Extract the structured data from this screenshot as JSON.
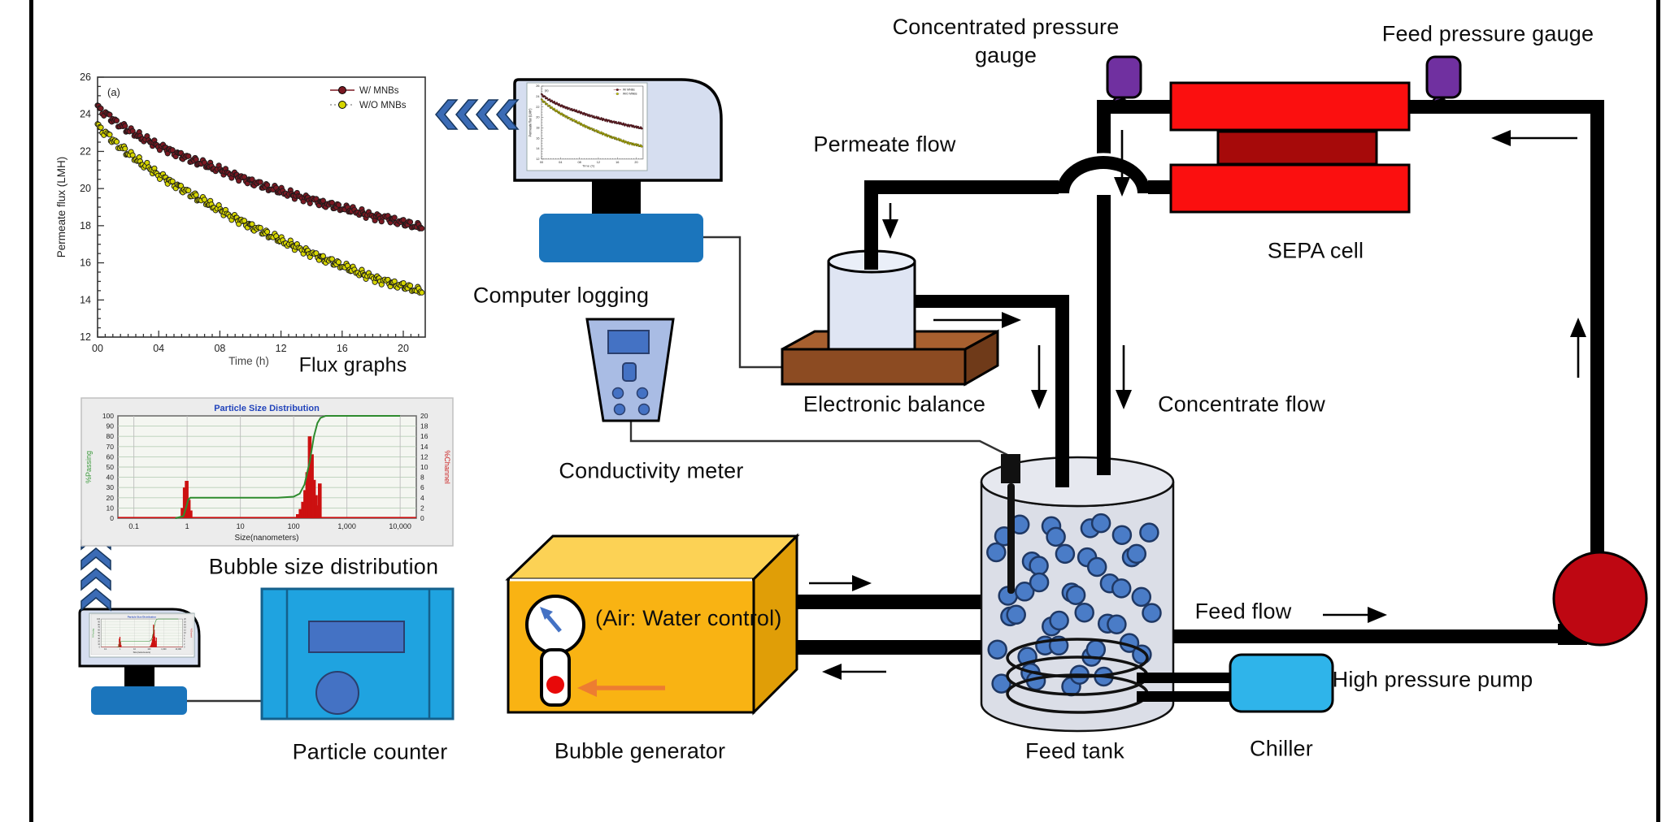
{
  "labels": {
    "concentrated_pressure_gauge": "Concentrated pressure gauge",
    "feed_pressure_gauge": "Feed pressure gauge",
    "permeate_flow": "Permeate flow",
    "sepa_cell": "SEPA cell",
    "computer_logging": "Computer logging",
    "electronic_balance": "Electronic balance",
    "concentrate_flow": "Concentrate flow",
    "conductivity_meter": "Conductivity meter",
    "flux_graphs": "Flux graphs",
    "bubble_size_distribution": "Bubble size distribution",
    "air_water_control": "(Air: Water control)",
    "bubble_generator": "Bubble generator",
    "particle_counter": "Particle counter",
    "feed_tank": "Feed tank",
    "chiller": "Chiller",
    "feed_flow": "Feed flow",
    "high_pressure_pump": "High pressure pump"
  },
  "colors": {
    "sepa_red": "#FB0F0F",
    "sepa_dark_red": "#A60A0A",
    "pump_red": "#BE0712",
    "gauge_purple": "#7030A0",
    "generator_front": "#F9B313",
    "generator_top": "#FCD255",
    "generator_side": "#E09E07",
    "chiller_blue": "#2FB4EA",
    "counter_blue": "#1FA3E0",
    "base_blue": "#1B75BC",
    "screen_blue": "#4472C4",
    "monitor_fill": "#D6DEF0",
    "tank_fill": "#DBDEE7",
    "beaker_fill": "#DFE5F3",
    "balance_brown": "#8C4B22",
    "bubble_blue": "#4A7CC7",
    "chevron_blue": "#3B6BB5",
    "orange_arrow": "#ED7D31",
    "pipe_black": "#000000"
  },
  "chart_data": [
    {
      "type": "scatter",
      "panel_label": "(a)",
      "xlabel": "Time (h)",
      "ylabel": "Permeate flux (LMH)",
      "xlim": [
        0,
        21.4
      ],
      "ylim": [
        12,
        26
      ],
      "xtick_values": [
        0,
        4,
        8,
        12,
        16,
        20
      ],
      "xtick_labels": [
        "00",
        "04",
        "08",
        "12",
        "16",
        "20"
      ],
      "ytick_values": [
        12,
        14,
        16,
        18,
        20,
        22,
        24,
        26
      ],
      "legend_position": "top-right",
      "series": [
        {
          "name": "W/ MNBs",
          "color": "#7A1822",
          "line": "solid",
          "x": [
            0,
            1,
            2,
            3,
            4,
            5,
            6,
            7,
            8,
            9,
            10,
            11,
            12,
            13,
            14,
            15,
            16,
            17,
            18,
            19,
            20,
            21
          ],
          "y": [
            24.4,
            23.7,
            23.15,
            22.7,
            22.3,
            21.95,
            21.6,
            21.3,
            21.0,
            20.7,
            20.4,
            20.1,
            19.85,
            19.6,
            19.4,
            19.15,
            18.95,
            18.75,
            18.5,
            18.4,
            18.15,
            17.95
          ]
        },
        {
          "name": "W/O MNBs",
          "color": "#D6D600",
          "line": "dotted",
          "x": [
            0,
            1,
            2,
            3,
            4,
            5,
            6,
            7,
            8,
            9,
            10,
            11,
            12,
            13,
            14,
            15,
            16,
            17,
            18,
            19,
            20,
            21
          ],
          "y": [
            23.4,
            22.6,
            21.9,
            21.3,
            20.75,
            20.25,
            19.75,
            19.3,
            18.85,
            18.4,
            18.0,
            17.6,
            17.2,
            16.85,
            16.5,
            16.15,
            15.85,
            15.5,
            15.2,
            14.95,
            14.75,
            14.5
          ]
        }
      ]
    },
    {
      "type": "histogram+line",
      "title": "Particle Size Distribution",
      "xlabel": "Size(nanometers)",
      "ylabel_left": "%Passing",
      "ylabel_right": "%Channel",
      "x_scale": "log",
      "xtick_values": [
        0.1,
        1,
        10,
        100,
        1000,
        10000
      ],
      "xtick_labels": [
        "0.1",
        "1",
        "10",
        "100",
        "1,000",
        "10,000"
      ],
      "ylim_left": [
        0,
        100
      ],
      "ylim_right": [
        0,
        20
      ],
      "ytick_step_left": 10,
      "ytick_step_right": 2,
      "passing_curve": {
        "x": [
          0.6,
          0.85,
          0.95,
          1.05,
          1.15,
          2,
          10,
          50,
          100,
          130,
          160,
          200,
          240,
          280,
          320,
          400,
          10000
        ],
        "y": [
          0,
          2,
          10,
          18,
          20,
          20,
          20,
          20,
          21,
          24,
          33,
          55,
          80,
          93,
          98,
          100,
          100
        ]
      },
      "channel_bars": {
        "x": [
          0.82,
          0.9,
          0.98,
          1.07,
          1.16,
          120,
          135,
          150,
          165,
          180,
          200,
          220,
          240,
          262,
          285,
          310
        ],
        "h": [
          2,
          6,
          7.3,
          3.6,
          1.5,
          0.8,
          1.8,
          3.2,
          5.5,
          9,
          16,
          12.5,
          7.5,
          4.5,
          2.5,
          6.8
        ]
      }
    }
  ]
}
